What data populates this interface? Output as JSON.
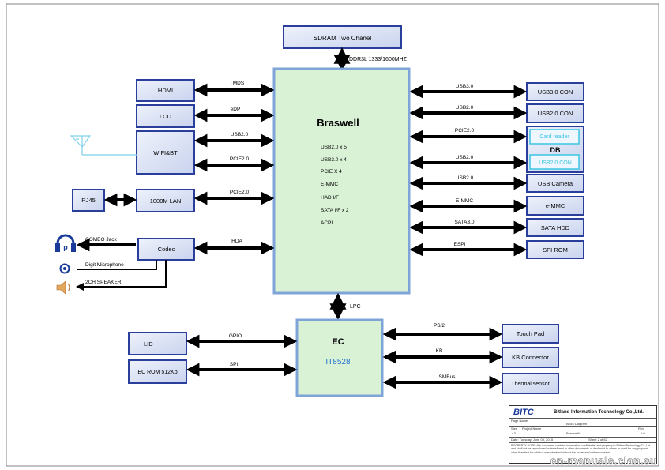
{
  "soc": {
    "name": "Braswell",
    "features": [
      "USB2.0 x 5",
      "USB3.0 x 4",
      "PCIE X 4",
      "E-MMC",
      "HAD I/F",
      "SATA I/F x 2",
      "ACPI"
    ]
  },
  "memory": {
    "label": "SDRAM Two Chanel",
    "link": "DDR3L 1333/1600MHZ"
  },
  "left_blocks": [
    {
      "id": "hdmi",
      "label": "HDMI",
      "link": "TMDS"
    },
    {
      "id": "lcd",
      "label": "LCD",
      "link": "eDP"
    },
    {
      "id": "wifi",
      "label": "WIFI&BT",
      "links": [
        "USB2.0",
        "PCIE2.0"
      ]
    },
    {
      "id": "lan",
      "label": "1000M LAN",
      "link": "PCIE2.0"
    },
    {
      "id": "codec",
      "label": "Codec",
      "link": "HDA"
    }
  ],
  "rj45": "RJ45",
  "audio": {
    "combo": "COMBO Jack",
    "mic": "Digit  Microphone",
    "speaker": "2CH SPEAKER"
  },
  "right_blocks": [
    {
      "id": "usb3",
      "label": "USB3.0 CON",
      "link": "USB3.0"
    },
    {
      "id": "usb2",
      "label": "USB2.0 CON",
      "link": "USB2.0"
    },
    {
      "id": "card",
      "label": "Card reader",
      "link": "PCIE2.0"
    },
    {
      "id": "db-usb",
      "label": "USB2.0  CON",
      "link": "USB2.0"
    },
    {
      "id": "camera",
      "label": "USB Camera",
      "link": "USB2.0"
    },
    {
      "id": "emmc",
      "label": "e-MMC",
      "link": "E-MMC"
    },
    {
      "id": "sata",
      "label": "SATA HDD",
      "link": "SATA3.0"
    },
    {
      "id": "spirom",
      "label": "SPI ROM",
      "link": "ESPI"
    }
  ],
  "db_label": "DB",
  "ec": {
    "name": "EC",
    "part": "IT8528",
    "link": "LPC"
  },
  "ec_left": [
    {
      "id": "lid",
      "label": "LID",
      "link": "GPIO"
    },
    {
      "id": "ecrom",
      "label": "EC ROM  512Kb",
      "link": "SPI"
    }
  ],
  "ec_right": [
    {
      "id": "touchpad",
      "label": "Touch Pad",
      "link": "PS/2"
    },
    {
      "id": "kbconn",
      "label": "KB Connector",
      "link": "KB"
    },
    {
      "id": "thermal",
      "label": "Thermal sensor",
      "link": "SMBus"
    }
  ],
  "title_block": {
    "logo": "BITC",
    "company": "Bitland Information Technology Co.,Ltd.",
    "page_name_label": "Page Name",
    "page_name": "Block Diagram",
    "size_label": "Size",
    "size": "A3",
    "project_label": "Project Name",
    "project": "BraswellM",
    "rev_label": "Rev",
    "rev": "1.0",
    "date": "Date:    Tuesday, June 09, 2015",
    "sheet": "Sheet      2       of      52",
    "notice": "PROPERTY NOTE: this document contains information confidential and property to Bitland Technology Co.,Ltd. and shall not be reproduced or transferred to other documents or disclosed to others or used for any purpose other than that for which it was obtained without the expressed written consent"
  },
  "watermark": "en-manuals.clan.su",
  "colors": {
    "box_fill": "#dde4f4",
    "box_border": "#2a3e9c",
    "soc_fill": "#d9f2d6",
    "soc_border": "#7fa4d8",
    "accent_blue": "#1f6fd0",
    "cyan": "#3cc6e0"
  }
}
